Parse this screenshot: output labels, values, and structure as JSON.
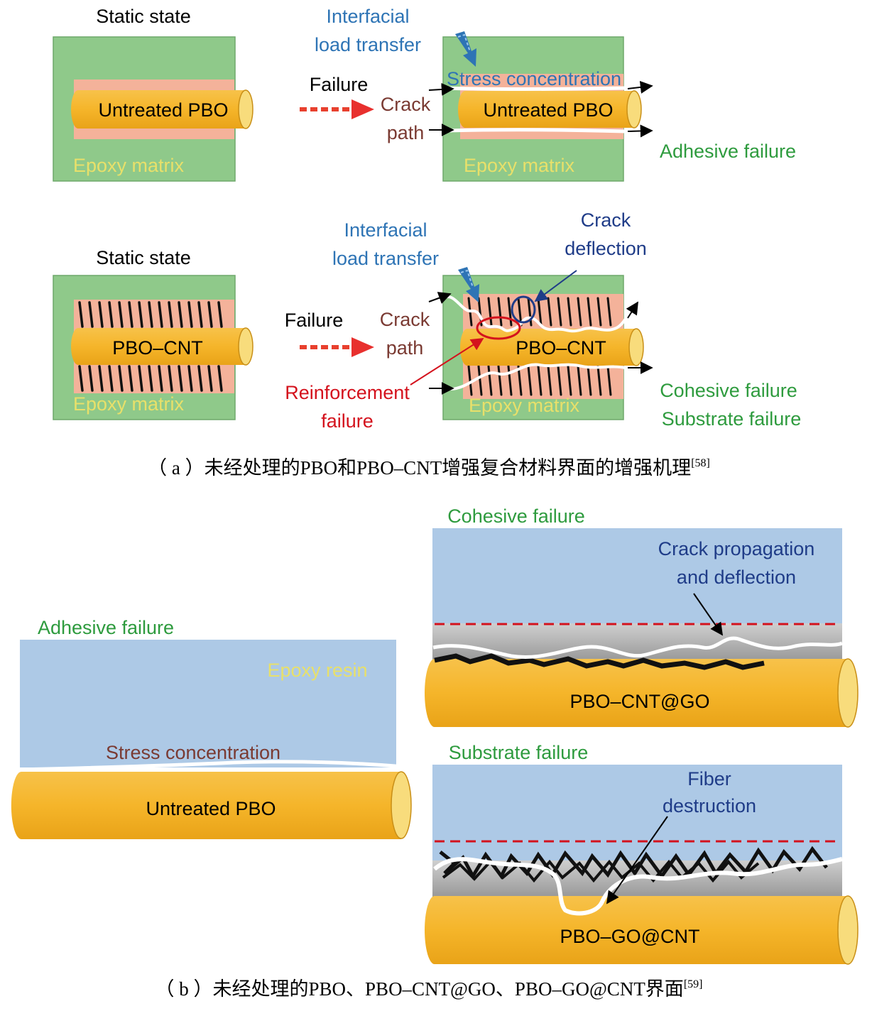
{
  "panel_a": {
    "top_left": {
      "heading": "Static state",
      "fiber_label": "Untreated PBO",
      "matrix_label": "Epoxy matrix"
    },
    "top_arrow": {
      "label": "Failure"
    },
    "top_right": {
      "interfacial": [
        "Interfacial",
        "load transfer"
      ],
      "stress": "Stress concentration",
      "crack": [
        "Crack",
        "path"
      ],
      "fiber_label": "Untreated PBO",
      "matrix_label": "Epoxy matrix",
      "failure_label": "Adhesive failure"
    },
    "bottom_left": {
      "heading": "Static state",
      "fiber_label": "PBO–CNT",
      "matrix_label": "Epoxy matrix"
    },
    "bottom_arrow": {
      "label": "Failure"
    },
    "bottom_right": {
      "interfacial": [
        "Interfacial",
        "load transfer"
      ],
      "deflection": [
        "Crack",
        "deflection"
      ],
      "crack": [
        "Crack",
        "path"
      ],
      "reinforcement": [
        "Reinforcement",
        "failure"
      ],
      "fiber_label": "PBO–CNT",
      "matrix_label": "Epoxy matrix",
      "failure_labels": [
        "Cohesive failure",
        "Substrate failure"
      ]
    },
    "caption": "（ a ）未经处理的PBO和PBO–CNT增强复合材料界面的增强机理",
    "caption_ref": "[58]"
  },
  "panel_b": {
    "left": {
      "title": "Adhesive failure",
      "resin_label": "Epoxy resin",
      "stress": "Stress concentration",
      "fiber_label": "Untreated PBO"
    },
    "right_top": {
      "title": "Cohesive failure",
      "annotation": [
        "Crack propagation",
        "and deflection"
      ],
      "fiber_label": "PBO–CNT@GO"
    },
    "right_bottom": {
      "title": "Substrate failure",
      "annotation": [
        "Fiber",
        "destruction"
      ],
      "fiber_label": "PBO–GO@CNT"
    },
    "caption": "（ b ）未经处理的PBO、PBO–CNT@GO、PBO–GO@CNT界面",
    "caption_ref": "[59]"
  },
  "colors": {
    "matrix_green": "#8fc98a",
    "interphase_pink": "#f4b29a",
    "fiber_gold": "#f5b52a",
    "resin_blue": "#adc9e6",
    "label_green": "#2e9b3e",
    "label_blue": "#2e74b5",
    "label_brown": "#7a3a32",
    "label_red": "#d4121d",
    "label_navy": "#1f3c88",
    "label_yellow": "#e8e06a"
  }
}
